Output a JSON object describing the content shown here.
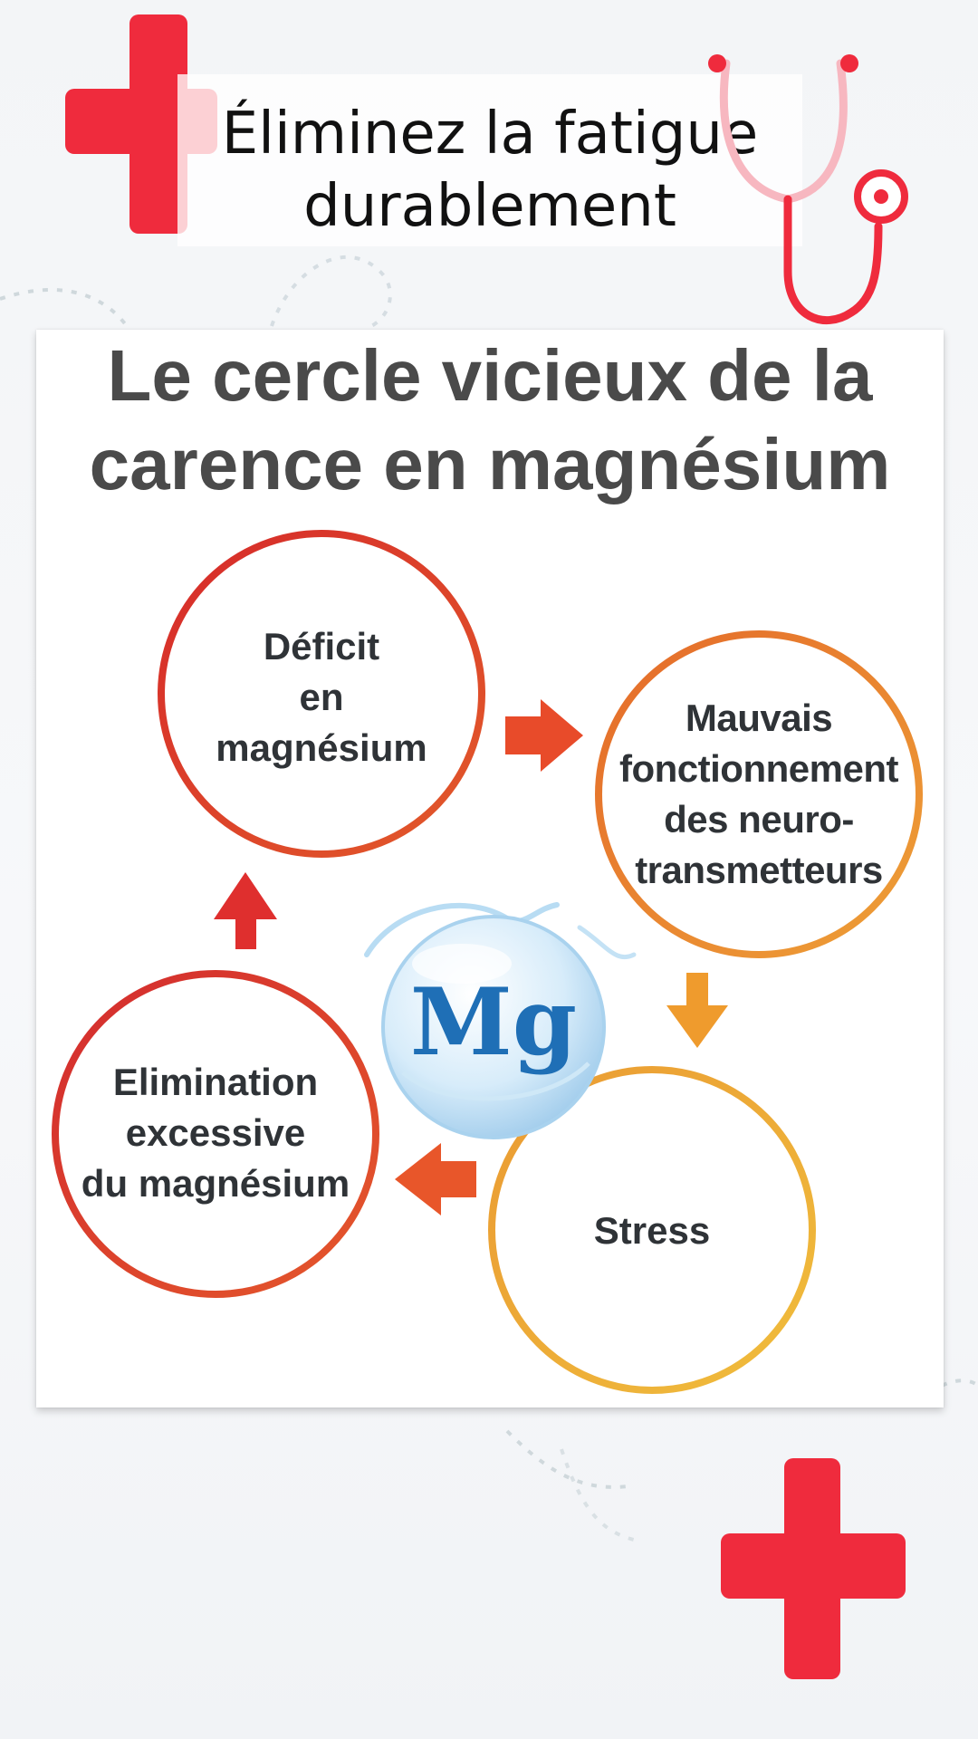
{
  "header": {
    "title_line1": "Éliminez la fatigue",
    "title_line2": "durablement"
  },
  "card": {
    "title_line1": "Le cercle vicieux de la",
    "title_line2": "carence en magnésium"
  },
  "diagram": {
    "center_symbol": "Mg",
    "nodes": [
      {
        "lines": [
          "Déficit",
          "en",
          "magnésium"
        ],
        "color": "#d9322b"
      },
      {
        "lines": [
          "Mauvais",
          "fonctionnement",
          "des neuro-",
          "transmetteurs"
        ],
        "color": "#e8862a"
      },
      {
        "lines": [
          "Stress"
        ],
        "color": "#efb035"
      },
      {
        "lines": [
          "Elimination",
          "excessive",
          "du magnésium"
        ],
        "color": "#dc3a2a"
      }
    ]
  },
  "colors": {
    "cross_red": "#ef2b3d",
    "card_title": "#4a4a4a",
    "mg_blue": "#1f6fb6"
  },
  "icons": [
    "medical-cross-icon",
    "stethoscope-icon",
    "arrow-right-icon",
    "arrow-down-icon",
    "arrow-left-icon",
    "arrow-up-icon"
  ]
}
